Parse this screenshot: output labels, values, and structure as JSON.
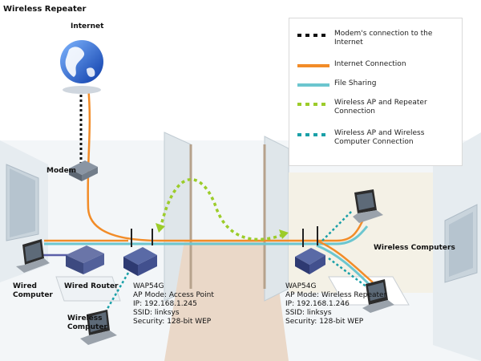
{
  "title": "Wireless Repeater",
  "colors": {
    "modem_link": "#111111",
    "internet": "#f28c28",
    "file_sharing": "#6cc6cf",
    "ap_repeater": "#9ccc2a",
    "ap_computer": "#1aa0a8",
    "wired": "#5b5fa8"
  },
  "legend": [
    {
      "label": "Modem's connection to the Internet",
      "style": "dotted",
      "color": "#111111"
    },
    {
      "label": "Internet Connection",
      "style": "solid",
      "color": "#f28c28"
    },
    {
      "label": "File Sharing",
      "style": "solid",
      "color": "#6cc6cf"
    },
    {
      "label": "Wireless AP and Repeater Connection",
      "style": "dotted",
      "color": "#9ccc2a"
    },
    {
      "label": "Wireless AP and Wireless Computer Connection",
      "style": "dotted",
      "color": "#1aa0a8"
    }
  ],
  "nodes": {
    "internet": "Internet",
    "modem": "Modem",
    "wired_router": "Wired Router",
    "wired_computer": "Wired Computer",
    "wireless_computer_left": "Wireless Computer",
    "wireless_computers_right": "Wireless Computers"
  },
  "ap_left": {
    "name": "WAP54G",
    "lines": [
      "AP Mode: Access Point",
      "IP: 192.168.1.245",
      "SSID: linksys",
      "Security: 128-bit WEP"
    ]
  },
  "ap_right": {
    "name": "WAP54G",
    "lines": [
      "AP Mode: Wireless Repeater",
      "IP: 192.168.1.246",
      "SSID: linksys",
      "Security: 128-bit WEP"
    ]
  }
}
